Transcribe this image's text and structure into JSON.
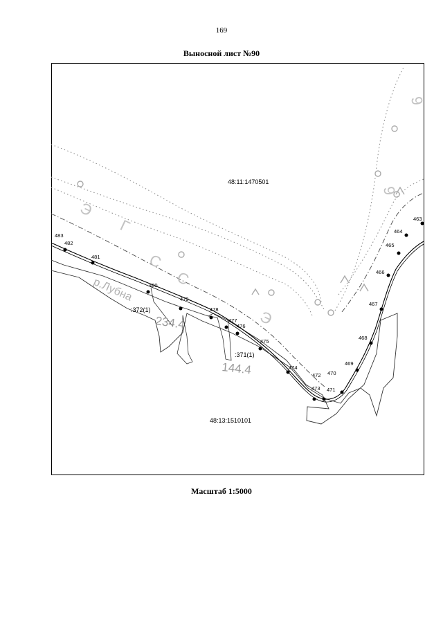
{
  "page": {
    "number": "169"
  },
  "sheet": {
    "title": "Выносной лист №90"
  },
  "scale": {
    "label": "Масштаб 1:5000"
  },
  "map": {
    "parcels": {
      "north": "48:11:1470501",
      "south": "48:13:1510101",
      "part_372": ":372(1)",
      "part_371": ":371(1)"
    },
    "areas": {
      "a1": "234.4",
      "a2": "144.4"
    },
    "river_label": "р.Лубна",
    "points": [
      "483",
      "482",
      "481",
      "480",
      "479",
      "478",
      "477",
      "476",
      "475",
      "474",
      "473",
      "472",
      "471",
      "470",
      "469",
      "468",
      "467",
      "466",
      "465",
      "464",
      "463"
    ]
  }
}
